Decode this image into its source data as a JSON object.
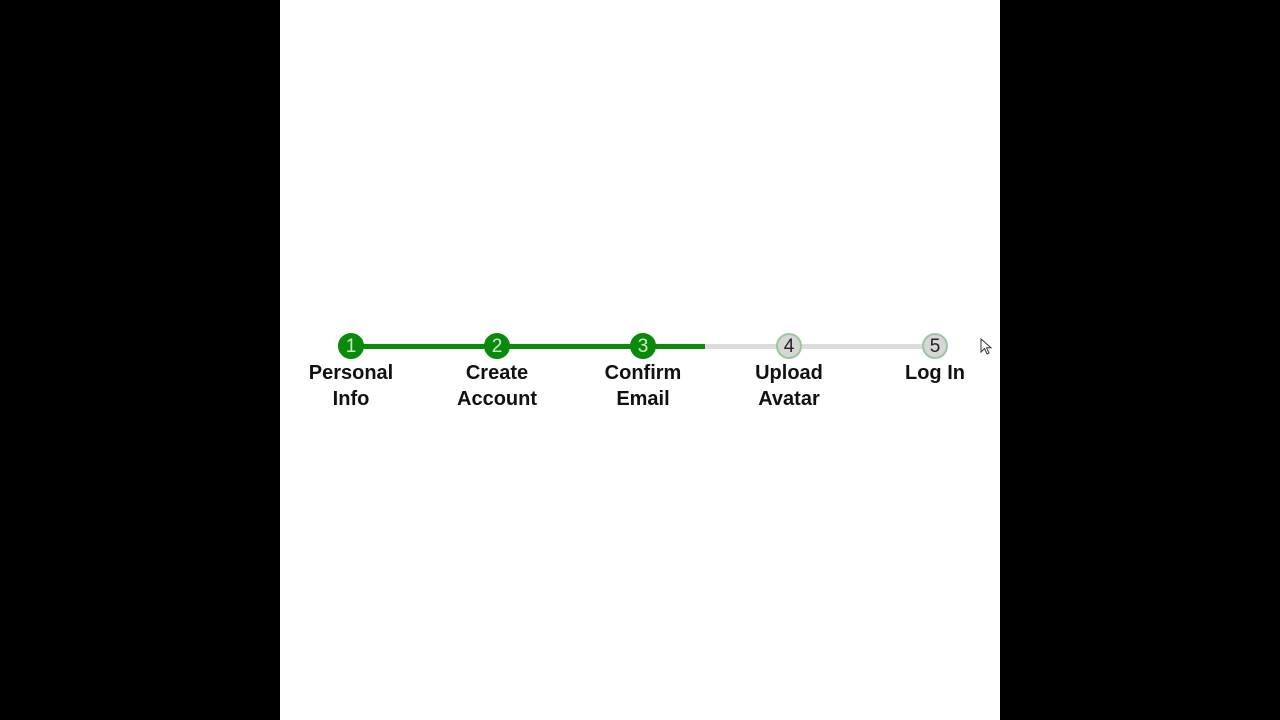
{
  "stepper": {
    "current_step": 3,
    "progress_percent": 60,
    "colors": {
      "complete": "#0a8a0a",
      "incomplete": "#d6d6d6",
      "track": "#dcdcdc"
    },
    "steps": [
      {
        "number": "1",
        "line1": "Personal",
        "line2": "Info",
        "status": "complete"
      },
      {
        "number": "2",
        "line1": "Create",
        "line2": "Account",
        "status": "complete"
      },
      {
        "number": "3",
        "line1": "Confirm",
        "line2": "Email",
        "status": "complete"
      },
      {
        "number": "4",
        "line1": "Upload",
        "line2": "Avatar",
        "status": "incomplete"
      },
      {
        "number": "5",
        "line1": "Log In",
        "line2": "",
        "status": "incomplete"
      }
    ]
  },
  "cursor": {
    "icon": "mouse-pointer-icon"
  }
}
